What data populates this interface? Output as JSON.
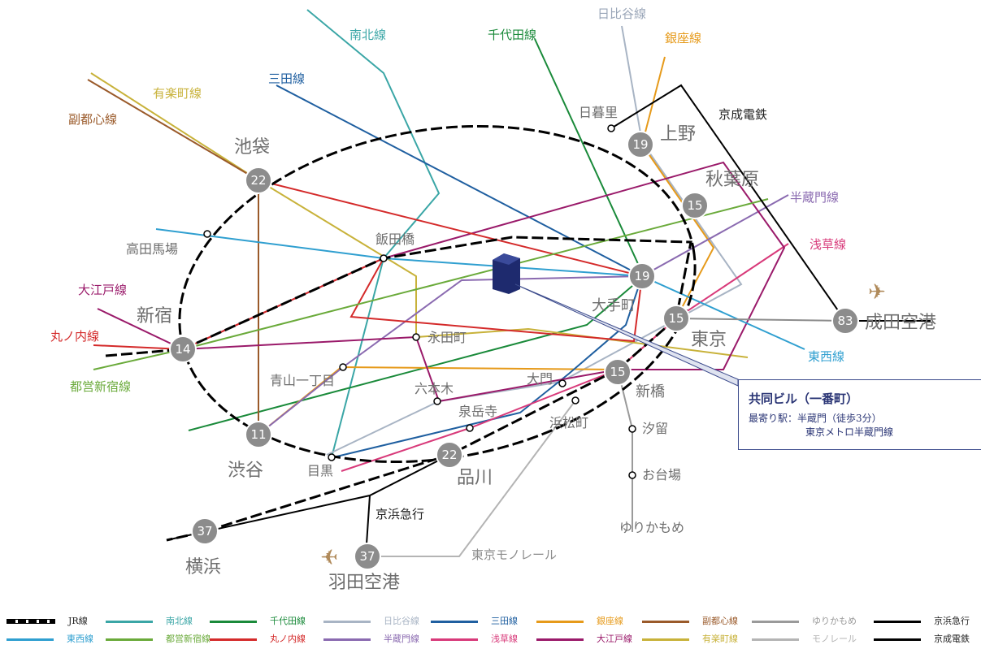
{
  "stations": {
    "ikebukuro": "池袋",
    "ueno": "上野",
    "akihabara": "秋葉原",
    "shinjuku": "新宿",
    "tokyo": "東京",
    "shinbashi": "新橋",
    "shibuya": "渋谷",
    "shinagawa": "品川",
    "otemachi": "大手町",
    "yokohama": "横浜",
    "narita": "成田空港",
    "haneda": "羽田空港",
    "nippori": "日暮里",
    "takadanobaba": "高田馬場",
    "iidabashi": "飯田橋",
    "nagatacho": "永田町",
    "aoyama": "青山一丁目",
    "roppongi": "六本木",
    "daimon": "大門",
    "sengakuji": "泉岳寺",
    "hamamatsucho": "浜松町",
    "shiodome": "汐留",
    "odaiba": "お台場",
    "meguro": "目黒",
    "yurikamome_end": "ゆりかもめ"
  },
  "minutes": {
    "ikebukuro": "22",
    "ueno": "19",
    "akihabara": "15",
    "shinjuku": "14",
    "otemachi": "19",
    "tokyo": "15",
    "shinbashi": "15",
    "shibuya": "11",
    "shinagawa": "22",
    "yokohama": "37",
    "narita": "83",
    "haneda": "37"
  },
  "line_labels": {
    "namboku": "南北線",
    "chiyoda": "千代田線",
    "hibiya": "日比谷線",
    "ginza": "銀座線",
    "mita": "三田線",
    "yurakucho": "有楽町線",
    "fukutoshin": "副都心線",
    "keisei": "京成電鉄",
    "hanzomon": "半蔵門線",
    "asakusa": "浅草線",
    "oedo": "大江戸線",
    "marunouchi": "丸ノ内線",
    "toei_shinjuku": "都営新宿線",
    "tozai": "東西線",
    "keikyu": "京浜急行",
    "monorail": "東京モノレール"
  },
  "callout": {
    "title": "共同ビル（一番町）",
    "nearest": "最寄り駅：半蔵門（徒歩3分）",
    "line": "東京メトロ半蔵門線"
  },
  "legend": [
    {
      "label": "JR線",
      "color": "#000000"
    },
    {
      "label": "南北線",
      "color": "#3aa6a6"
    },
    {
      "label": "千代田線",
      "color": "#1a8a3a"
    },
    {
      "label": "日比谷線",
      "color": "#a8b4c4"
    },
    {
      "label": "三田線",
      "color": "#1f5fa0"
    },
    {
      "label": "銀座線",
      "color": "#e69a1a"
    },
    {
      "label": "副都心線",
      "color": "#9a5a2a"
    },
    {
      "label": "ゆりかもめ",
      "color": "#9a9a9a"
    },
    {
      "label": "京浜急行",
      "color": "#000000"
    },
    {
      "label": "東西線",
      "color": "#2f9fd0"
    },
    {
      "label": "都営新宿線",
      "color": "#6aaa3a"
    },
    {
      "label": "丸ノ内線",
      "color": "#d42a2a"
    },
    {
      "label": "半蔵門線",
      "color": "#8a6ab0"
    },
    {
      "label": "浅草線",
      "color": "#d83a7a"
    },
    {
      "label": "大江戸線",
      "color": "#9a1a6a"
    },
    {
      "label": "有楽町線",
      "color": "#c8b23a"
    },
    {
      "label": "モノレール",
      "color": "#b4b4b4"
    },
    {
      "label": "京成電鉄",
      "color": "#000000"
    }
  ],
  "colors": {
    "namboku": "#3aa6a6",
    "chiyoda": "#1a8a3a",
    "hibiya": "#a8b4c4",
    "ginza": "#e69a1a",
    "mita": "#1f5fa0",
    "yurakucho": "#c8b23a",
    "fukutoshin": "#9a5a2a",
    "hanzomon": "#8a6ab0",
    "asakusa": "#d83a7a",
    "oedo": "#9a1a6a",
    "marunouchi": "#d42a2a",
    "toei_shinjuku": "#6aaa3a",
    "tozai": "#2f9fd0",
    "bubble": "#8c8c8c",
    "building": "#1e2a6e"
  }
}
